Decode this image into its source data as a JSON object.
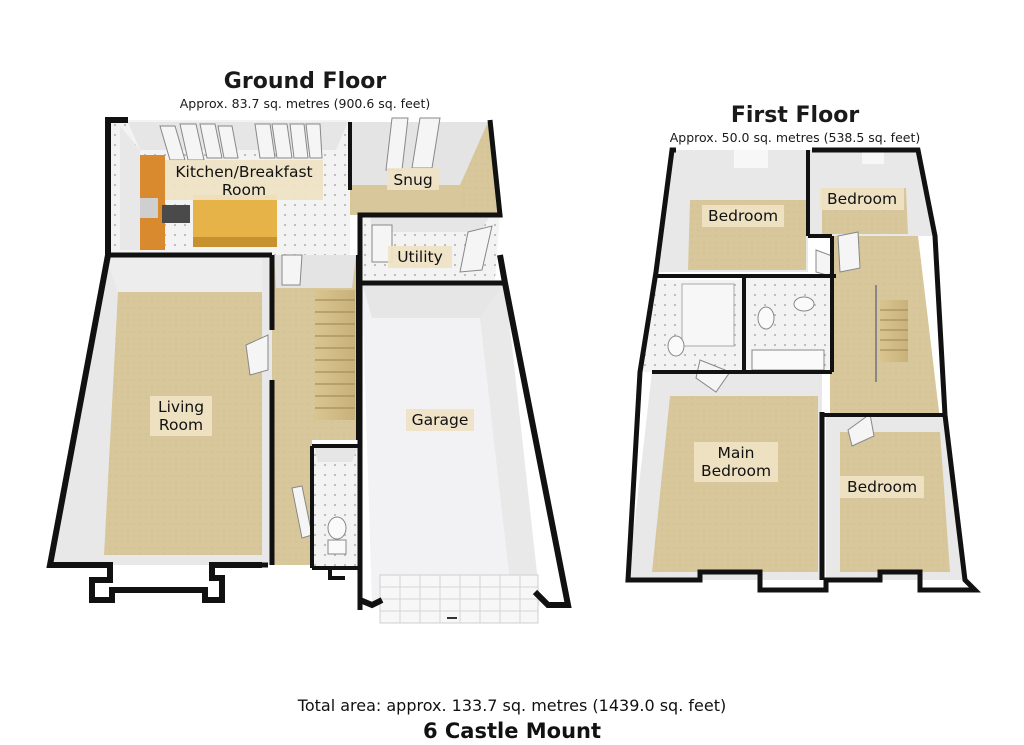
{
  "ground_floor": {
    "title": "Ground Floor",
    "area": "Approx. 83.7 sq. metres (900.6 sq. feet)",
    "rooms": {
      "kitchen_line1": "Kitchen/Breakfast",
      "kitchen_line2": "Room",
      "snug": "Snug",
      "utility": "Utility",
      "living_line1": "Living",
      "living_line2": "Room",
      "garage": "Garage"
    }
  },
  "first_floor": {
    "title": "First Floor",
    "area": "Approx. 50.0 sq. metres (538.5 sq. feet)",
    "rooms": {
      "bedroom_top_left": "Bedroom",
      "bedroom_top_right": "Bedroom",
      "main_bedroom_line1": "Main",
      "main_bedroom_line2": "Bedroom",
      "bedroom_bottom_right": "Bedroom"
    }
  },
  "total_area": "Total area: approx. 133.7 sq. metres (1439.0 sq. feet)",
  "address": "6 Castle Mount",
  "colors": {
    "carpet": "#d8c79b",
    "wall": "#111111",
    "garage_floor": "#f2f2f4",
    "tile": "#f3f3f3",
    "kitchen_counter": "#d98a2e",
    "island": "#e6b348"
  }
}
